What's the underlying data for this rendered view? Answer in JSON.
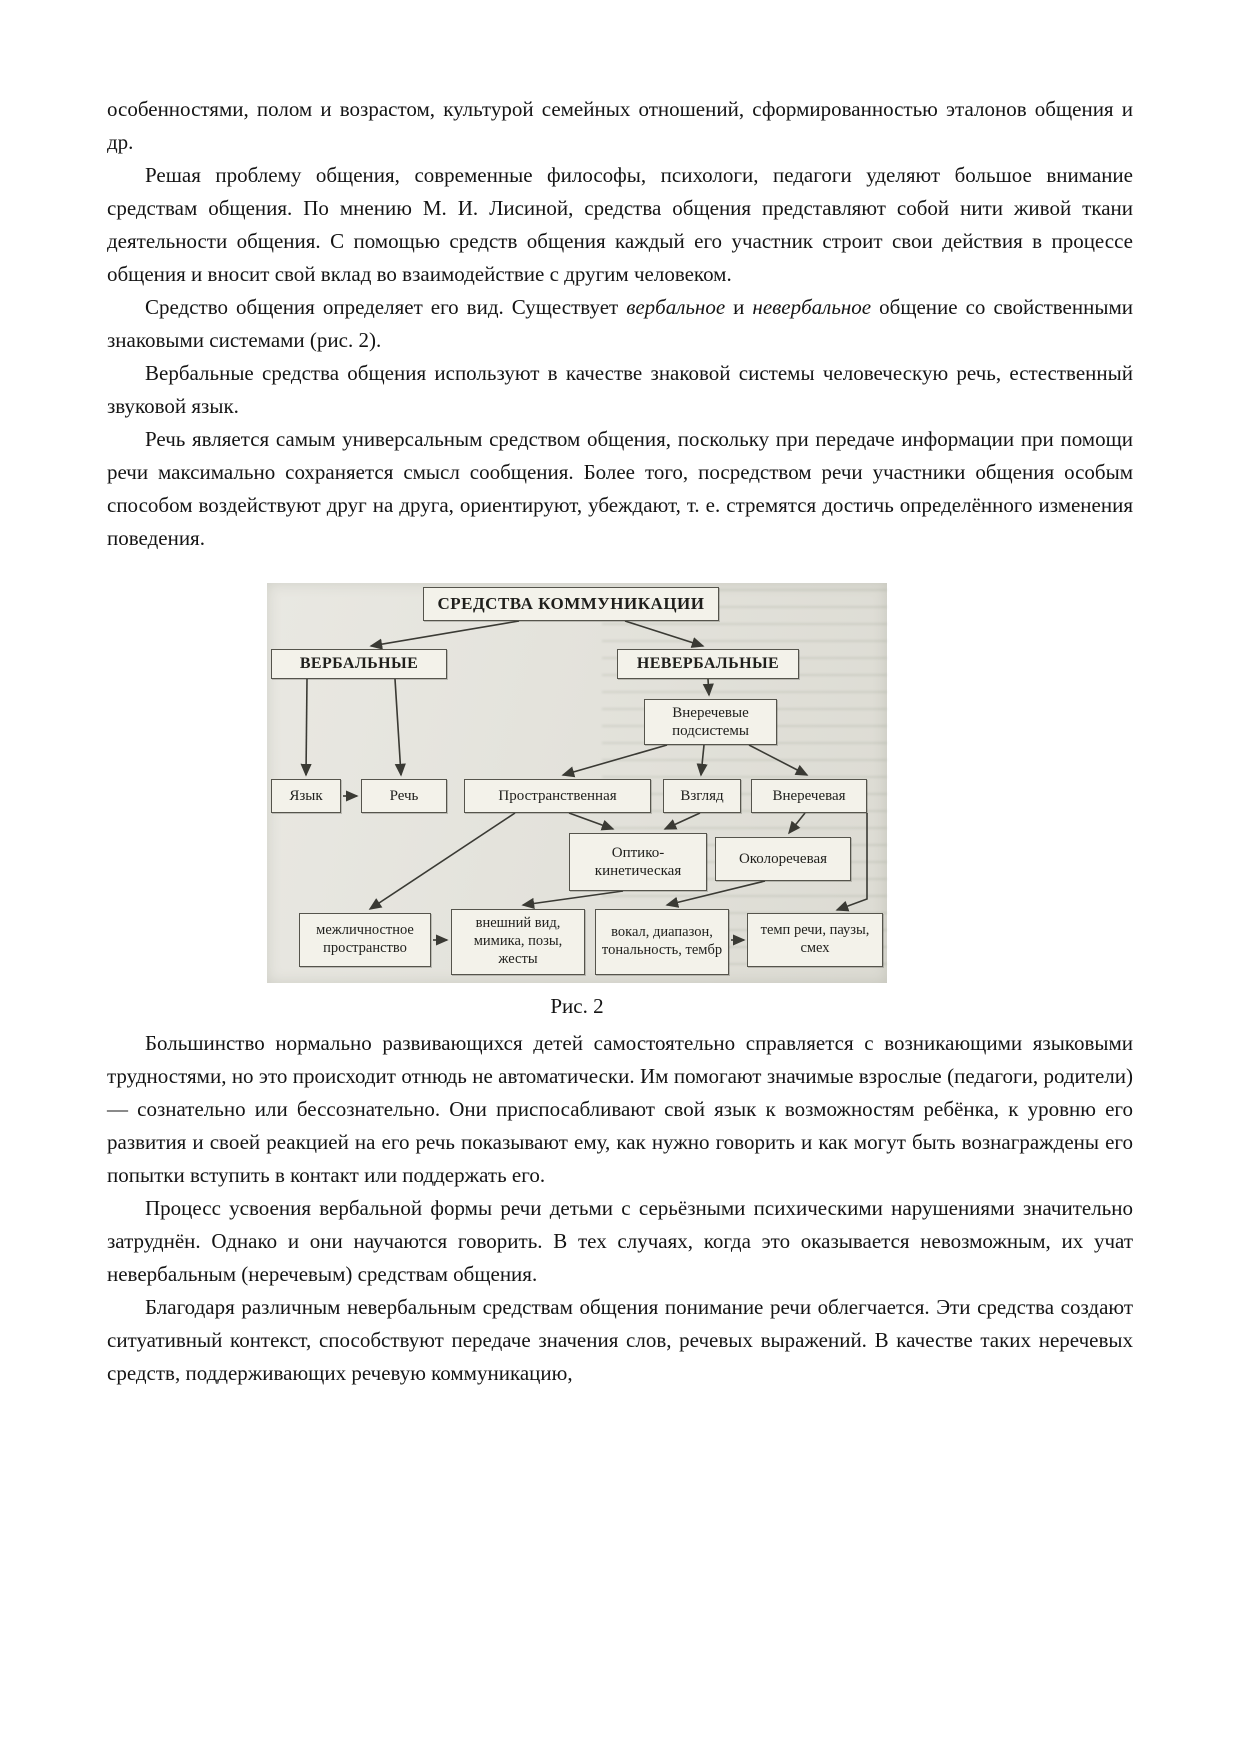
{
  "content": {
    "p1": "особенностями, полом и возрастом, культурой семейных отношений, сформированностью эталонов общения и др.",
    "p2": "Решая проблему общения, современные философы, психологи, педагоги уделяют большое внимание средствам общения. По мнению М. И. Лисиной, средства общения представляют собой нити живой ткани деятельности общения. С помощью средств общения каждый его участник строит свои действия в процессе общения и вносит свой вклад во взаимодействие с другим человеком.",
    "p3": {
      "part1": "Средство общения определяет его вид. Существует ",
      "italic1": "вербальное",
      "part2": " и ",
      "italic2": "невербальное",
      "part3": " общение со свойственными знаковыми системами (рис. 2)."
    },
    "p4": "Вербальные средства общения используют в качестве знаковой системы человеческую речь, естественный звуковой язык.",
    "p5": "Речь является самым универсальным средством общения, поскольку при передаче информации при помощи речи максимально сохраняется смысл сообщения. Более того, посредством речи участники общения особым способом воздействуют друг на друга, ориентируют, убеждают, т. е. стремятся достичь определённого изменения поведения.",
    "p6": "Большинство нормально развивающихся детей самостоятельно справляется с возникающими языковыми трудностями, но это происходит отнюдь не автоматически. Им помогают значимые взрослые (педагоги, родители) — сознательно или бессознательно. Они приспосабливают свой язык к возможностям ребёнка, к уровню его развития и своей реакцией на его речь показывают ему, как нужно говорить и как могут быть вознаграждены его попытки вступить в контакт или поддержать его.",
    "p7": "Процесс усвоения вербальной формы речи детьми с серьёзными психическими нарушениями значительно затруднён. Однако и они научаются говорить. В тех случаях, когда это оказывается невозможным, их учат невербальным (неречевым) средствам общения.",
    "p8": "Благодаря различным невербальным средствам общения понимание речи облегчается. Эти средства создают ситуативный контекст, способствуют передаче значения слов, речевых выражений. В качестве таких неречевых средств, поддерживающих речевую коммуникацию,"
  },
  "figure": {
    "caption": "Рис. 2",
    "nodes": {
      "root": "СРЕДСТВА КОММУНИКАЦИИ",
      "verbal": "ВЕРБАЛЬНЫЕ",
      "nonverbal": "НЕВЕРБАЛЬНЫЕ",
      "subsystems": "Внеречевые подсистемы",
      "language": "Язык",
      "speech": "Речь",
      "spatial": "Пространственная",
      "gaze": "Взгляд",
      "extraspeech": "Внеречевая",
      "optokinetic": "Оптико-кинетическая",
      "paraspeech": "Околоречевая",
      "interpersonal_space": "межличностное пространство",
      "appearance": "внешний вид, мимика, позы, жесты",
      "vocal": "вокал, диапазон, тональность, тембр",
      "tempo": "темп речи, паузы, смех"
    }
  }
}
